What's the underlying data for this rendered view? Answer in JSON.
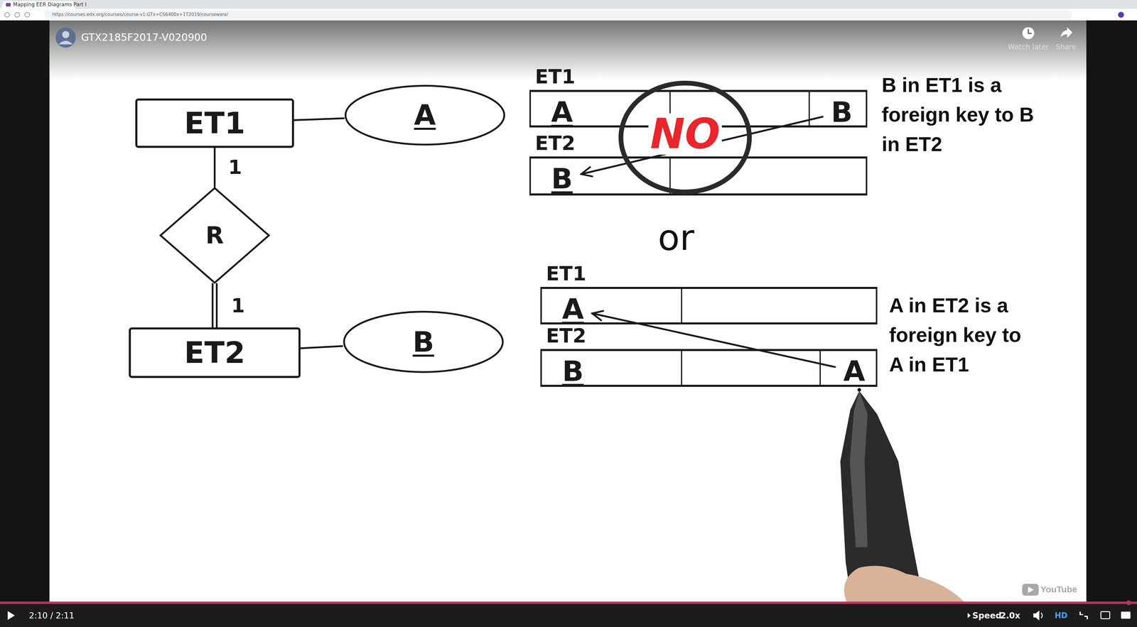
{
  "diagram": {
    "nodes": [
      {
        "text": [
          "ET1"
        ]
      },
      {
        "text": [
          "A"
        ]
      },
      {
        "text": [
          "R"
        ]
      },
      {
        "text": [
          "ET2"
        ]
      },
      {
        "text": [
          "B"
        ]
      },
      {
        "text": [
          "ET1"
        ]
      },
      {
        "text": [
          "A"
        ],
        "in": 5
      },
      {
        "text": [
          "B"
        ],
        "in": 5
      },
      {
        "text": [
          "NO"
        ]
      },
      {
        "text": [
          "ET2"
        ]
      },
      {
        "text": [
          "B"
        ],
        "in": 9
      },
      {
        "text": [
          "ET1"
        ]
      },
      {
        "text": [
          "A"
        ],
        "in": 11
      },
      {
        "text": [
          "ET2"
        ]
      },
      {
        "text": [
          "B"
        ],
        "in": 13
      },
      {
        "text": [
          "A"
        ],
        "in": 13
      }
    ],
    "edges": [
      {
        "from": 0,
        "to": 1,
        "arrow": "none"
      },
      {
        "from": 0,
        "to": 2,
        "arrow": "none",
        "label": "1"
      },
      {
        "from": 2,
        "to": 3,
        "arrow": "none",
        "label": "1"
      },
      {
        "from": 3,
        "to": 4,
        "arrow": "none"
      },
      {
        "from": 7,
        "to": 10,
        "arrow": "to"
      },
      {
        "from": 15,
        "to": 12,
        "arrow": "to"
      }
    ],
    "labels": [
      "Mapping EER Diagrams Part I",
      "https://courses.edx.org/courses/course-v1:GTx+CS6400x+1T2019/courseware/",
      "GTX2185F2017-V020900",
      "Watch later",
      "Share",
      "B in ET1 is a foreign key to B in ET2",
      "or",
      "A in ET2 is a foreign key to A in ET1",
      "2:10 / 2:11",
      "Speed",
      "2.0x",
      "HD",
      "YouTube"
    ]
  }
}
